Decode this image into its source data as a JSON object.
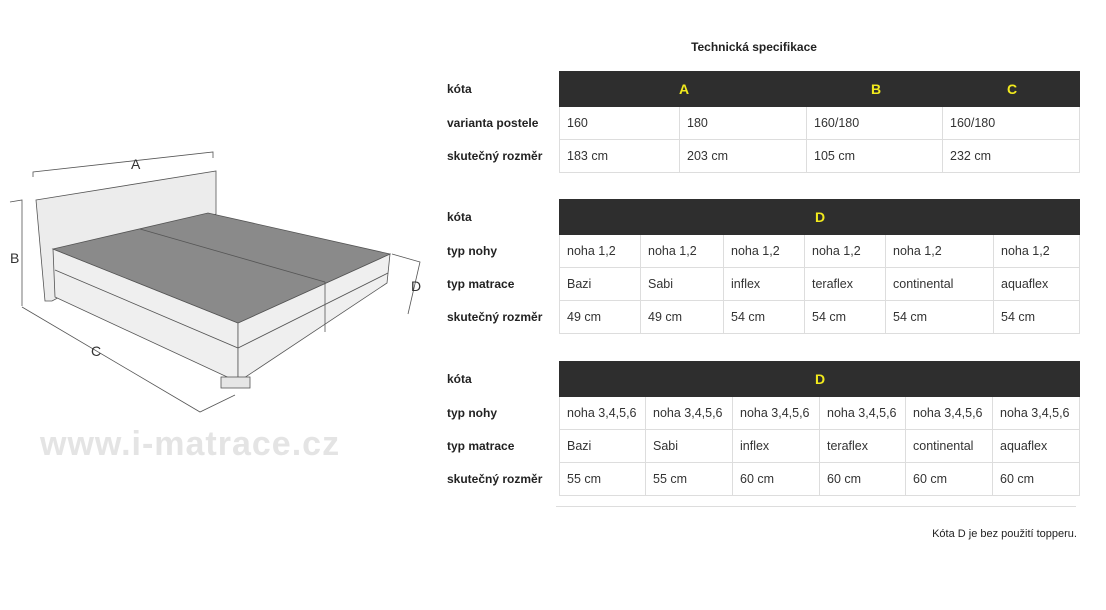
{
  "title": "Technická specifikace",
  "watermark": "www.i-matrace.cz",
  "diagram": {
    "labels": [
      "A",
      "B",
      "C",
      "D"
    ]
  },
  "table1": {
    "row_labels": [
      "kóta",
      "varianta postele",
      "skutečný rozměr"
    ],
    "header": [
      "A",
      "B",
      "C"
    ],
    "rows": [
      [
        "160",
        "180",
        "160/180",
        "160/180"
      ],
      [
        "183 cm",
        "203 cm",
        "105 cm",
        "232 cm"
      ]
    ]
  },
  "table2": {
    "row_labels": [
      "kóta",
      "typ nohy",
      "typ matrace",
      "skutečný rozměr"
    ],
    "header": "D",
    "rows": [
      [
        "noha 1,2",
        "noha 1,2",
        "noha 1,2",
        "noha 1,2",
        "noha 1,2",
        "noha 1,2"
      ],
      [
        "Bazi",
        "Sabi",
        "inflex",
        "teraflex",
        "continental",
        "aquaflex"
      ],
      [
        "49 cm",
        "49 cm",
        "54 cm",
        "54 cm",
        "54 cm",
        "54 cm"
      ]
    ]
  },
  "table3": {
    "row_labels": [
      "kóta",
      "typ nohy",
      "typ matrace",
      "skutečný rozměr"
    ],
    "header": "D",
    "rows": [
      [
        "noha 3,4,5,6",
        "noha 3,4,5,6",
        "noha 3,4,5,6",
        "noha 3,4,5,6",
        "noha 3,4,5,6",
        "noha 3,4,5,6"
      ],
      [
        "Bazi",
        "Sabi",
        "inflex",
        "teraflex",
        "continental",
        "aquaflex"
      ],
      [
        "55 cm",
        "55 cm",
        "60 cm",
        "60 cm",
        "60 cm",
        "60 cm"
      ]
    ]
  },
  "note": "Kóta D je bez použití topperu."
}
